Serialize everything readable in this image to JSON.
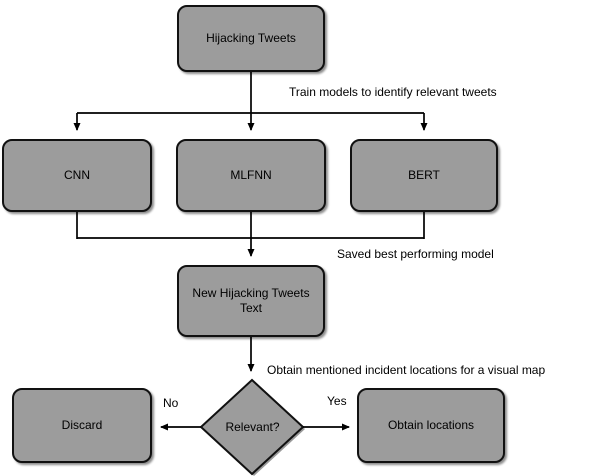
{
  "diagram": {
    "description": "Flowchart of hijacking tweet classification pipeline",
    "colors": {
      "node_fill": "#9c9c9c",
      "node_border": "#111111",
      "connector": "#000000",
      "text": "#000000",
      "background": "#ffffff"
    },
    "nodes": {
      "hijacking_tweets": {
        "label": "Hijacking Tweets",
        "shape": "rounded-rectangle"
      },
      "cnn": {
        "label": "CNN",
        "shape": "rounded-rectangle"
      },
      "mlfnn": {
        "label": "MLFNN",
        "shape": "rounded-rectangle"
      },
      "bert": {
        "label": "BERT",
        "shape": "rounded-rectangle"
      },
      "new_hijacking_tweets": {
        "label": "New Hijacking Tweets Text",
        "shape": "rounded-rectangle"
      },
      "relevant": {
        "label": "Relevant?",
        "shape": "diamond"
      },
      "discard": {
        "label": "Discard",
        "shape": "rounded-rectangle"
      },
      "obtain_locations": {
        "label": "Obtain locations",
        "shape": "rounded-rectangle"
      }
    },
    "edge_labels": {
      "train": "Train models to identify relevant tweets",
      "saved": "Saved best performing model",
      "obtain": "Obtain mentioned incident locations for a visual map",
      "no": "No",
      "yes": "Yes"
    }
  }
}
